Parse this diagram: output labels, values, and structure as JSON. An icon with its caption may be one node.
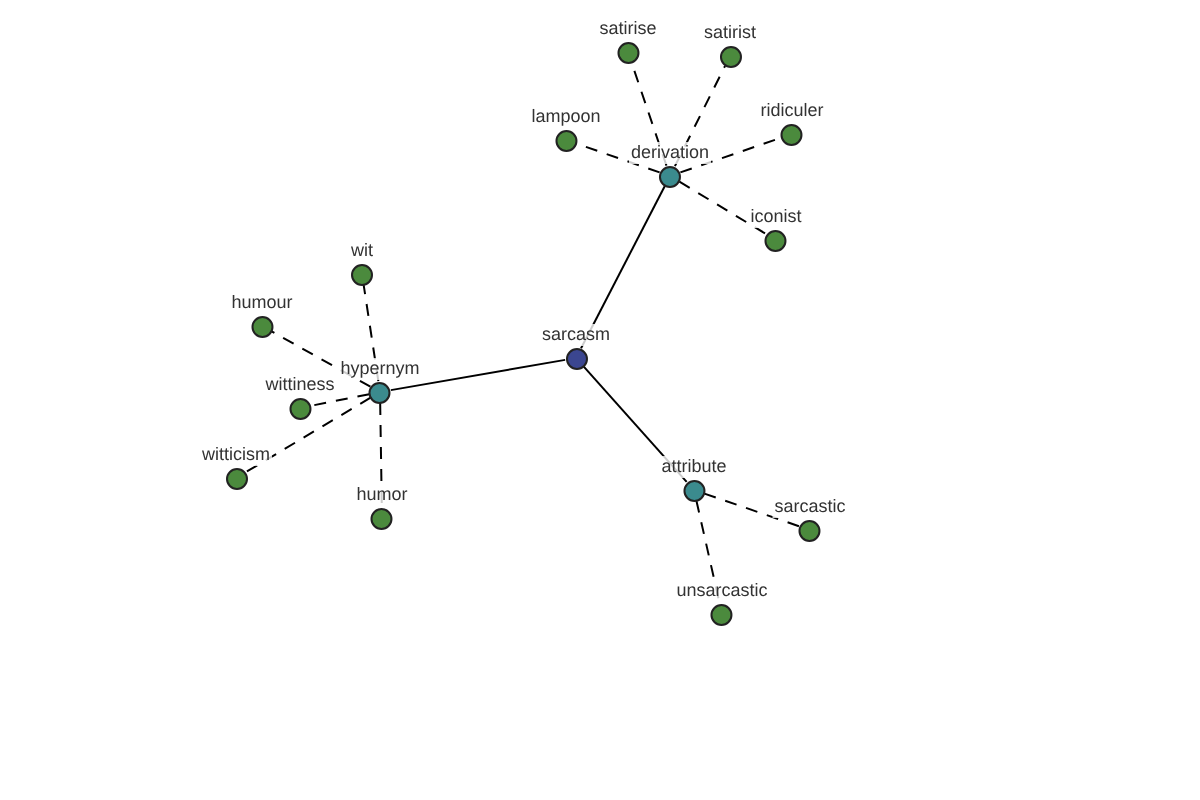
{
  "diagram": {
    "nodes": [
      {
        "text": [
          "sarcasm"
        ]
      },
      {
        "text": [
          "derivation"
        ]
      },
      {
        "text": [
          "hypernym"
        ]
      },
      {
        "text": [
          "attribute"
        ]
      },
      {
        "text": [
          "satirise"
        ]
      },
      {
        "text": [
          "satirist"
        ]
      },
      {
        "text": [
          "lampoon"
        ]
      },
      {
        "text": [
          "ridiculer"
        ]
      },
      {
        "text": [
          "iconist"
        ]
      },
      {
        "text": [
          "wit"
        ]
      },
      {
        "text": [
          "humour"
        ]
      },
      {
        "text": [
          "wittiness"
        ]
      },
      {
        "text": [
          "witticism"
        ]
      },
      {
        "text": [
          "humor"
        ]
      },
      {
        "text": [
          "sarcastic"
        ]
      },
      {
        "text": [
          "unsarcastic"
        ]
      }
    ],
    "edges": [
      {
        "from": 0,
        "to": 1,
        "arrow": "none"
      },
      {
        "from": 0,
        "to": 2,
        "arrow": "none"
      },
      {
        "from": 0,
        "to": 3,
        "arrow": "none"
      },
      {
        "from": 1,
        "to": 4,
        "arrow": "none",
        "style": "dashed"
      },
      {
        "from": 1,
        "to": 5,
        "arrow": "none",
        "style": "dashed"
      },
      {
        "from": 1,
        "to": 6,
        "arrow": "none",
        "style": "dashed"
      },
      {
        "from": 1,
        "to": 7,
        "arrow": "none",
        "style": "dashed"
      },
      {
        "from": 1,
        "to": 8,
        "arrow": "none",
        "style": "dashed"
      },
      {
        "from": 2,
        "to": 9,
        "arrow": "none",
        "style": "dashed"
      },
      {
        "from": 2,
        "to": 10,
        "arrow": "none",
        "style": "dashed"
      },
      {
        "from": 2,
        "to": 11,
        "arrow": "none",
        "style": "dashed"
      },
      {
        "from": 2,
        "to": 12,
        "arrow": "none",
        "style": "dashed"
      },
      {
        "from": 2,
        "to": 13,
        "arrow": "none",
        "style": "dashed"
      },
      {
        "from": 3,
        "to": 14,
        "arrow": "none",
        "style": "dashed"
      },
      {
        "from": 3,
        "to": 15,
        "arrow": "none",
        "style": "dashed"
      }
    ]
  }
}
